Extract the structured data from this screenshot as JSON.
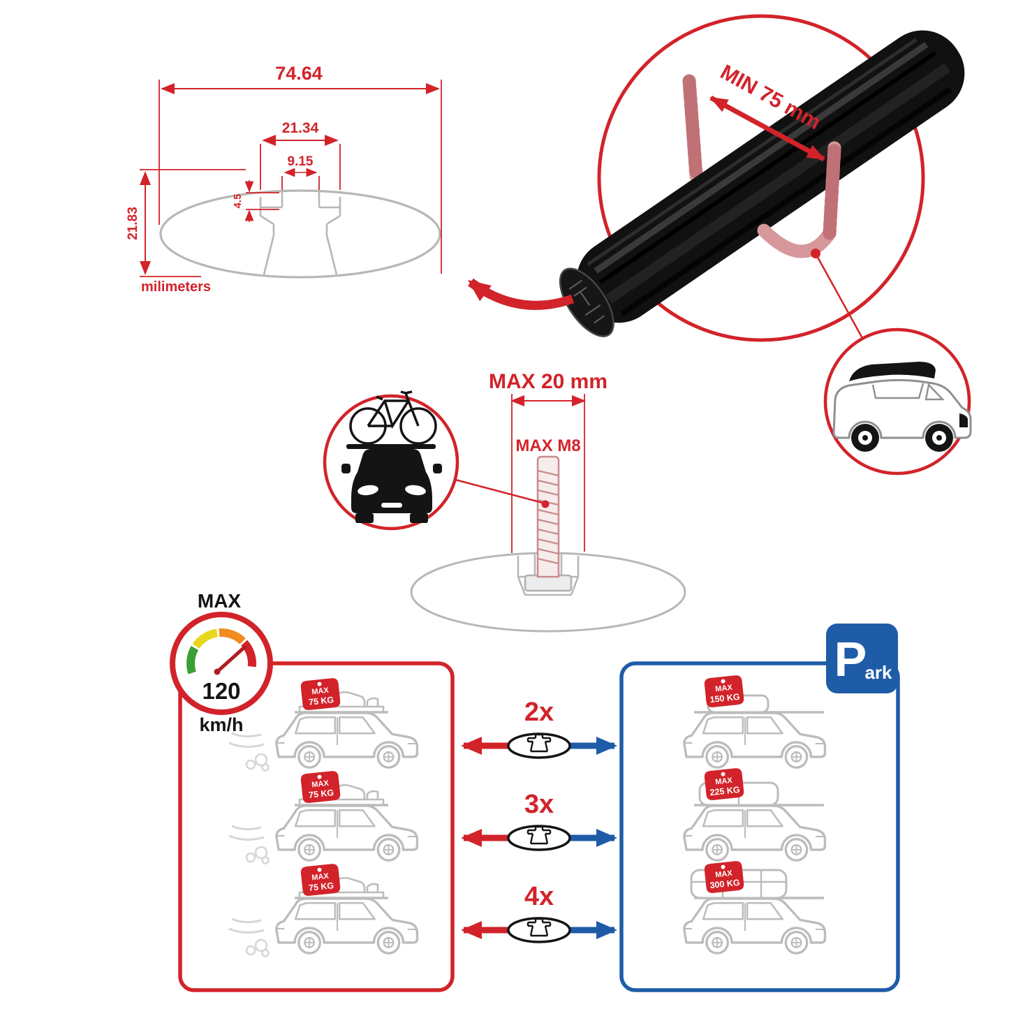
{
  "colors": {
    "accent_red": "#d2232a",
    "accent_blue": "#1e5ca8",
    "ink_black": "#141414",
    "profile_gray": "#b7b7b7",
    "car_gray": "#bcbcbc",
    "rod_pink": "#d6989b",
    "rod_pink_dark": "#c07176",
    "gauge_green": "#3aa035",
    "gauge_yellow": "#e8d71e",
    "gauge_orange": "#f08b1d",
    "gauge_red": "#d2232a",
    "bar_black": "#111111"
  },
  "icons": {
    "speedometer": "gauge-dial",
    "bike_on_car": "car-front-with-bicycle",
    "roofbox_car": "suv-with-roof-box",
    "profile_section": "ellipse-t-slot-crossbar-section",
    "parking": "parking-sign"
  },
  "dimension_diagram": {
    "width_total": "74.64",
    "channel_outer_width": "21.34",
    "channel_inner_width": "9.15",
    "lip_depth": "4.5",
    "height_total": "21.83",
    "units_label": "milimeters"
  },
  "crossbar_detail": {
    "min_gap_label": "MIN 75 mm"
  },
  "bolt_detail": {
    "max_length_label": "MAX 20 mm",
    "max_thread_label": "MAX M8"
  },
  "speed_limit": {
    "title": "MAX",
    "value": "120",
    "units": "km/h"
  },
  "driving_panel": {
    "cars": [
      {
        "tag_title": "MAX",
        "tag_weight": "75 KG"
      },
      {
        "tag_title": "MAX",
        "tag_weight": "75 KG"
      },
      {
        "tag_title": "MAX",
        "tag_weight": "75 KG"
      }
    ]
  },
  "multipliers": [
    "2x",
    "3x",
    "4x"
  ],
  "parking_panel": {
    "sign_letter": "P",
    "sign_suffix": "ark",
    "cars": [
      {
        "tag_title": "MAX",
        "tag_weight": "150 KG"
      },
      {
        "tag_title": "MAX",
        "tag_weight": "225 KG"
      },
      {
        "tag_title": "MAX",
        "tag_weight": "300 KG"
      }
    ]
  }
}
